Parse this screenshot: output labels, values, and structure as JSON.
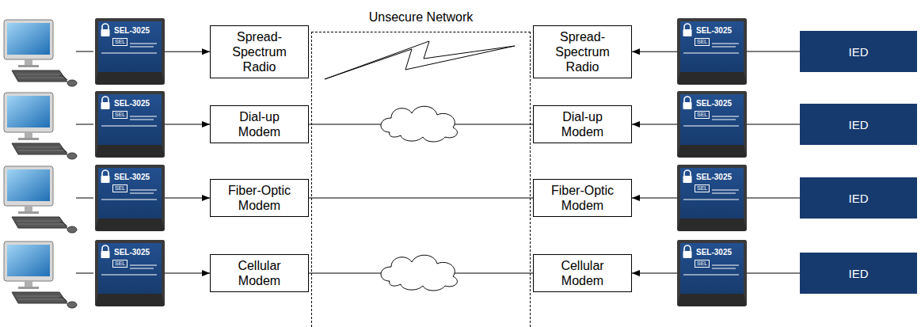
{
  "diagram": {
    "nodes": [
      {
        "text": [
          "Unsecure Network"
        ]
      },
      {
        "text": [
          "SEL-3025",
          "SEL"
        ]
      },
      {
        "text": [
          "Spread-Spectrum Radio"
        ]
      },
      {
        "text": [
          "Spread-Spectrum Radio"
        ]
      },
      {
        "text": [
          "SEL-3025",
          "SEL"
        ]
      },
      {
        "text": [
          "IED"
        ]
      },
      {
        "text": [
          "SEL-3025",
          "SEL"
        ]
      },
      {
        "text": [
          "Dial-up Modem"
        ]
      },
      {
        "text": [
          "Dial-up Modem"
        ]
      },
      {
        "text": [
          "SEL-3025",
          "SEL"
        ]
      },
      {
        "text": [
          "IED"
        ]
      },
      {
        "text": [
          "SEL-3025",
          "SEL"
        ]
      },
      {
        "text": [
          "Fiber-Optic Modem"
        ]
      },
      {
        "text": [
          "Fiber-Optic Modem"
        ]
      },
      {
        "text": [
          "SEL-3025",
          "SEL"
        ]
      },
      {
        "text": [
          "IED"
        ]
      },
      {
        "text": [
          "SEL-3025",
          "SEL"
        ]
      },
      {
        "text": [
          "Cellular Modem"
        ]
      },
      {
        "text": [
          "Cellular Modem"
        ]
      },
      {
        "text": [
          "SEL-3025",
          "SEL"
        ]
      },
      {
        "text": [
          "IED"
        ]
      }
    ],
    "edges": [
      {
        "from": 1,
        "to": 2,
        "arrow": "to"
      },
      {
        "from": 4,
        "to": 3,
        "arrow": "to"
      },
      {
        "from": 5,
        "to": 4,
        "arrow": "none"
      },
      {
        "from": 6,
        "to": 7,
        "arrow": "to"
      },
      {
        "from": 7,
        "to": 8,
        "arrow": "none"
      },
      {
        "from": 9,
        "to": 8,
        "arrow": "to"
      },
      {
        "from": 10,
        "to": 9,
        "arrow": "none"
      },
      {
        "from": 11,
        "to": 12,
        "arrow": "to"
      },
      {
        "from": 12,
        "to": 13,
        "arrow": "none"
      },
      {
        "from": 14,
        "to": 13,
        "arrow": "to"
      },
      {
        "from": 15,
        "to": 14,
        "arrow": "none"
      },
      {
        "from": 16,
        "to": 17,
        "arrow": "to"
      },
      {
        "from": 17,
        "to": 18,
        "arrow": "none"
      },
      {
        "from": 19,
        "to": 18,
        "arrow": "to"
      },
      {
        "from": 20,
        "to": 19,
        "arrow": "none"
      }
    ]
  }
}
